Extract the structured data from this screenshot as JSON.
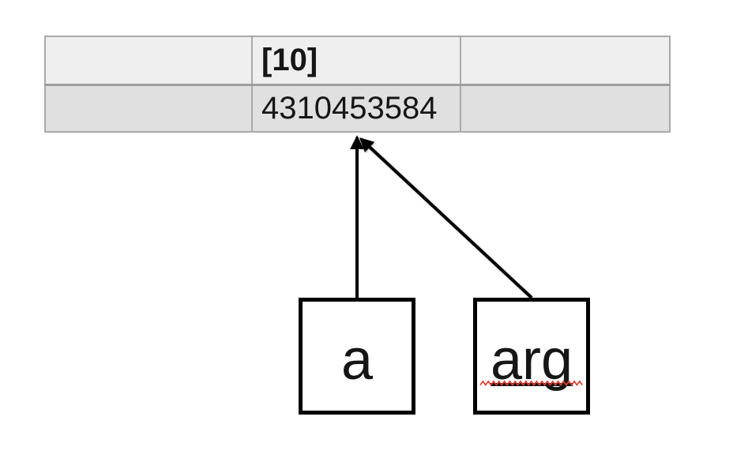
{
  "table": {
    "header_cells": [
      "",
      "[10]",
      ""
    ],
    "value_cells": [
      "",
      "4310453584",
      ""
    ]
  },
  "boxes": [
    {
      "label": "a"
    },
    {
      "label": "arg",
      "decorations": [
        "underline",
        "spellcheck-squiggle"
      ]
    }
  ],
  "arrows": [
    {
      "from": "variable-box-a",
      "to": "object-id-cell"
    },
    {
      "from": "variable-box-arg",
      "to": "object-id-cell"
    }
  ],
  "colors": {
    "canvas_bg": "#ffffff",
    "header_bg": "#efefef",
    "row_bg": "#e0e0e0",
    "table_border": "#a9a9a9",
    "row_divider": "#9e9e9e",
    "box_border": "#000000",
    "arrow": "#000000",
    "squiggle": "#e0392e",
    "text": "#161616"
  }
}
